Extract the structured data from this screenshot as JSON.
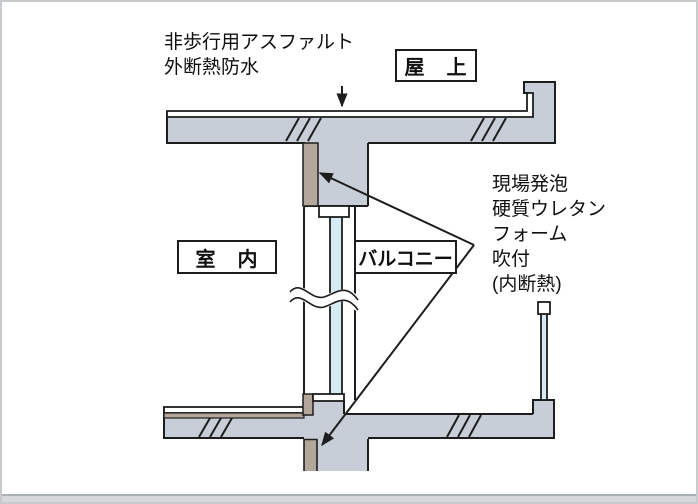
{
  "diagram": {
    "labels": {
      "roof": "屋　上",
      "interior": "室　内",
      "balcony": "バルコニー"
    },
    "annotations": {
      "roof_insulation": "非歩行用アスファルト\n外断熱防水",
      "interior_insulation": "現場発泡\n硬質ウレタン\nフォーム\n吹付\n(内断熱)"
    },
    "colors": {
      "concrete": "#c8ced8",
      "insulation": "#b3a79c",
      "glass": "#d6eaf3",
      "line": "#1d1d1d"
    }
  }
}
